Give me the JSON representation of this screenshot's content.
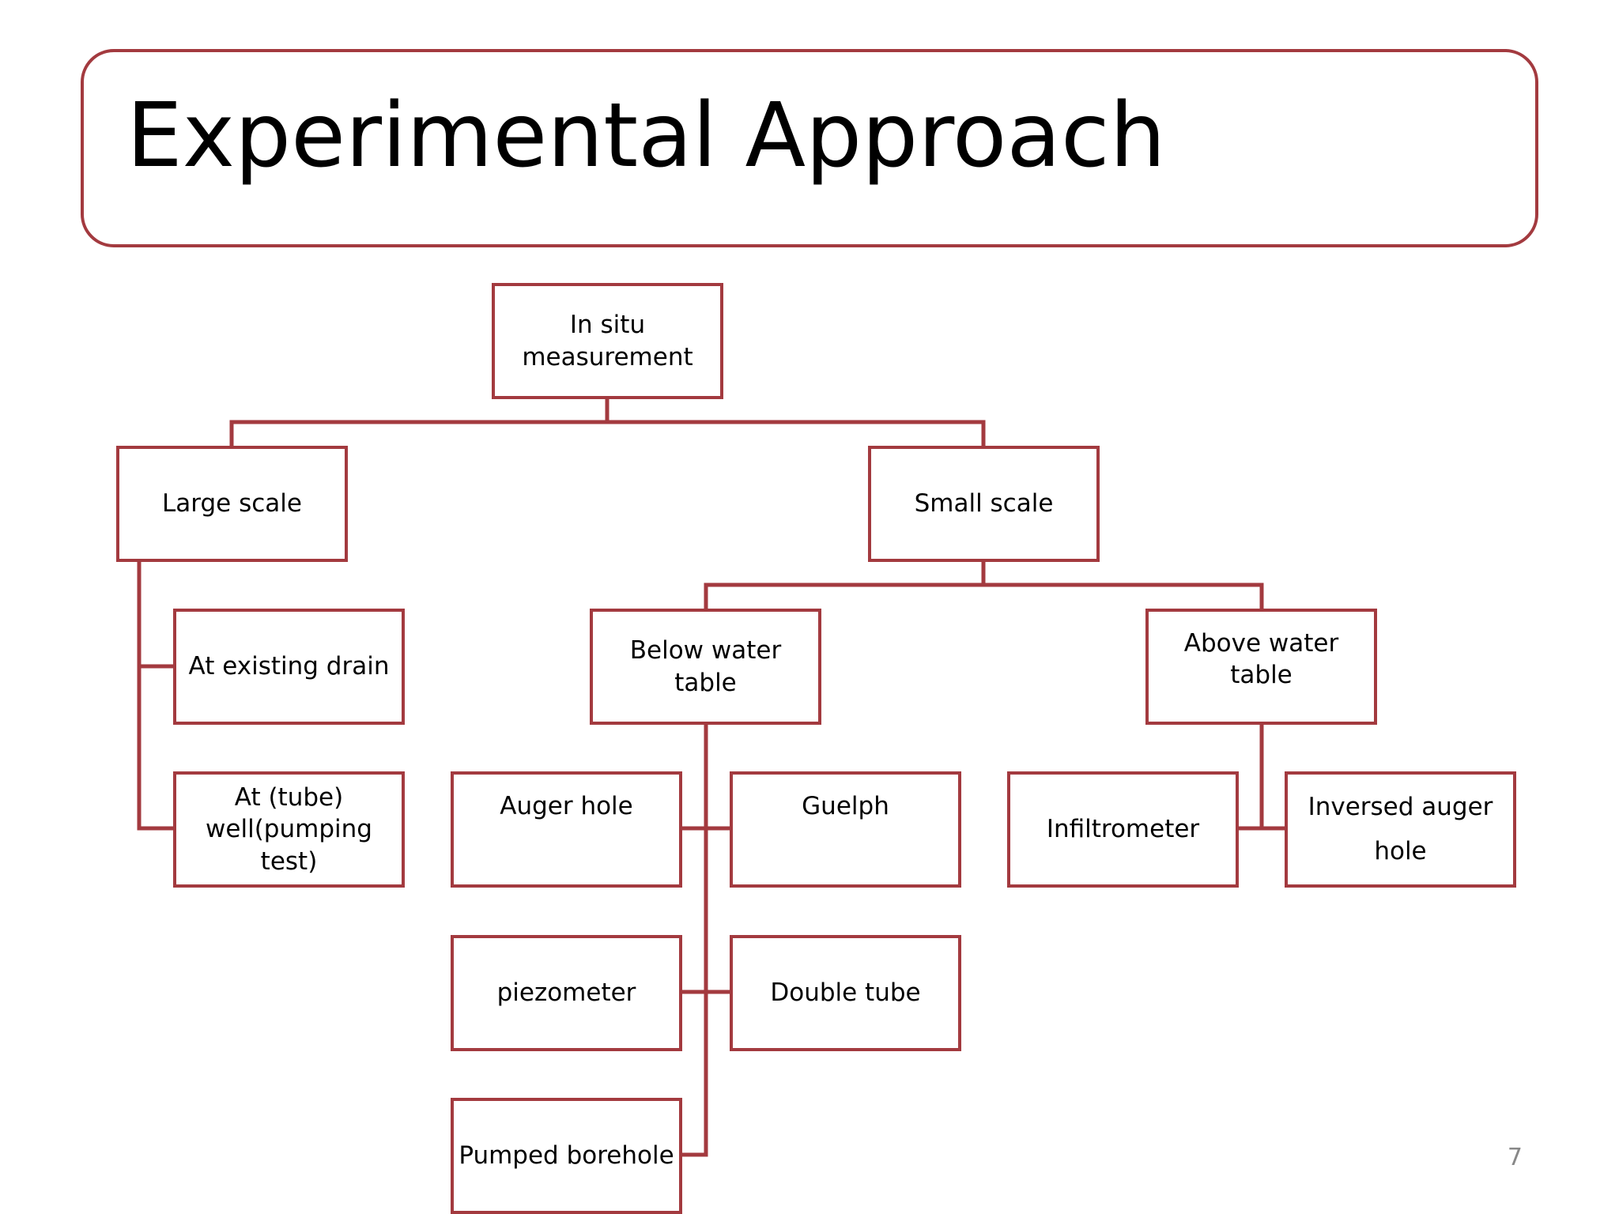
{
  "slide": {
    "title": "Experimental Approach",
    "page_number": "7"
  },
  "colors": {
    "accent": "#a33a3f",
    "background": "#ffffff",
    "text": "#000000",
    "page_number": "#888888"
  },
  "nodes": {
    "root": "In situ\nmeasurement",
    "large_scale": "Large scale",
    "small_scale": "Small scale",
    "existing_drain": "At existing drain",
    "tube_well": "At (tube)\nwell(pumping test)",
    "below_water_table": "Below water table",
    "above_water_table": "Above water table",
    "auger_hole": "Auger hole",
    "guelph": "Guelph",
    "piezometer": "piezometer",
    "double_tube": "Double tube",
    "pumped_borehole": "Pumped borehole",
    "infiltrometer": "Infiltrometer",
    "inversed_auger_hole": "Inversed auger\nhole"
  }
}
